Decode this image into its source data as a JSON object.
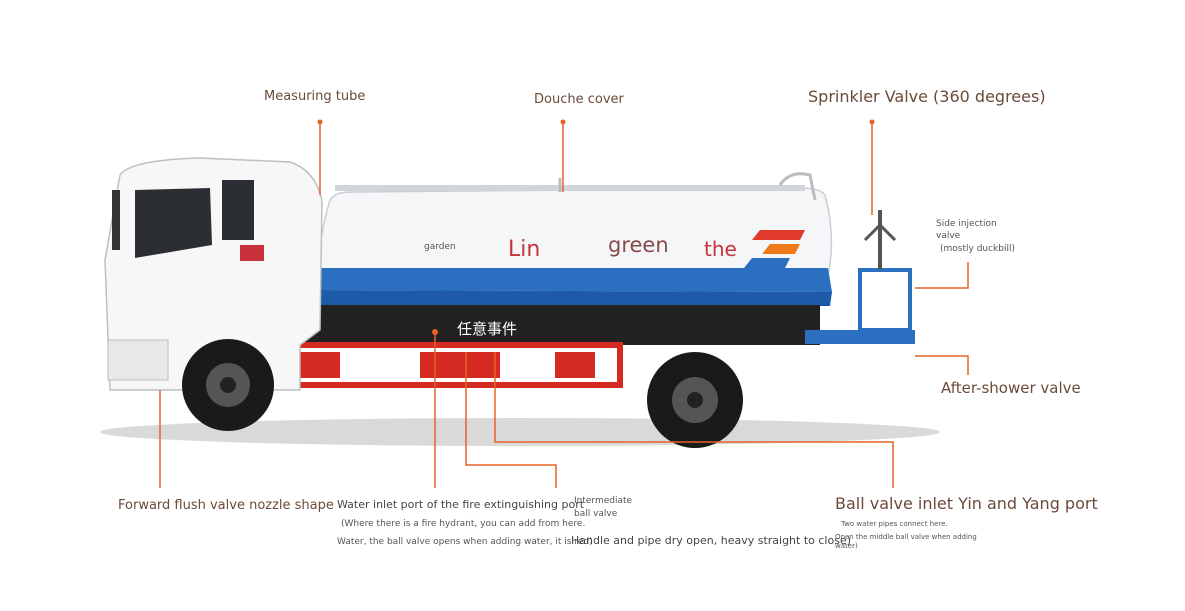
{
  "labels": {
    "measuring_tube": "Measuring tube",
    "douche_cover": "Douche cover",
    "sprinkler_valve": "Sprinkler Valve (360 degrees)",
    "side_injection_1": "Side injection",
    "side_injection_2": "valve",
    "side_injection_3": "(mostly duckbill)",
    "after_shower": "After-shower valve",
    "forward_flush": "Forward flush valve nozzle shape",
    "water_inlet_title": "Water inlet port of the fire extinguishing port",
    "water_inlet_line2": "(Where there is a fire hydrant, you can add from here.",
    "water_inlet_line3": "Water, the ball valve opens when adding water, it is red)",
    "intermediate_1": "Intermediate",
    "intermediate_2": "ball valve",
    "handle_pipe": "Handle and pipe dry open, heavy straight to close)",
    "ball_valve_inlet": "Ball valve inlet Yin and Yang port",
    "ball_note_1": "Two water pipes connect here.",
    "ball_note_2": "Open the middle ball valve when adding",
    "ball_note_3": "water)",
    "chinese_overlay": "任意事件"
  },
  "tank_text": {
    "garden": "garden",
    "lin": "Lin",
    "green": "green",
    "the": "the"
  },
  "colors": {
    "leader_line": "#e8602a",
    "label_text": "#6b4a3a",
    "tank_blue": "#2a6fc0",
    "bumper_red": "#d42a22",
    "brand_red": "#c8323a"
  }
}
